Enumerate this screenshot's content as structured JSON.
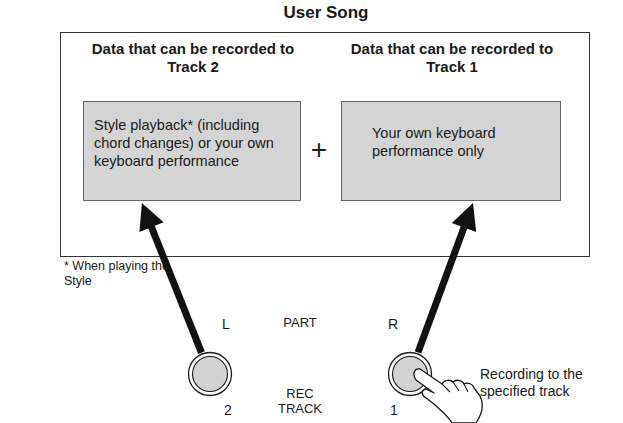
{
  "diagram": {
    "nodes": [
      {
        "text": [
          "User Song"
        ]
      },
      {
        "text": [
          "Data that can be recorded to Track 2",
          "Style playback* (including chord changes) or your own keyboard performance"
        ],
        "in": 0
      },
      {
        "text": [
          "Data that can be recorded to Track 1",
          "Your own keyboard performance only"
        ],
        "in": 0
      },
      {
        "text": [
          "L",
          "2"
        ]
      },
      {
        "text": [
          "R",
          "1"
        ]
      }
    ],
    "edges": [
      {
        "from": 3,
        "to": 1,
        "arrow": "to"
      },
      {
        "from": 4,
        "to": 2,
        "arrow": "to"
      }
    ],
    "labels": [
      "+",
      "* When playing the Style",
      "PART",
      "REC TRACK",
      "Recording to the specified track"
    ]
  }
}
